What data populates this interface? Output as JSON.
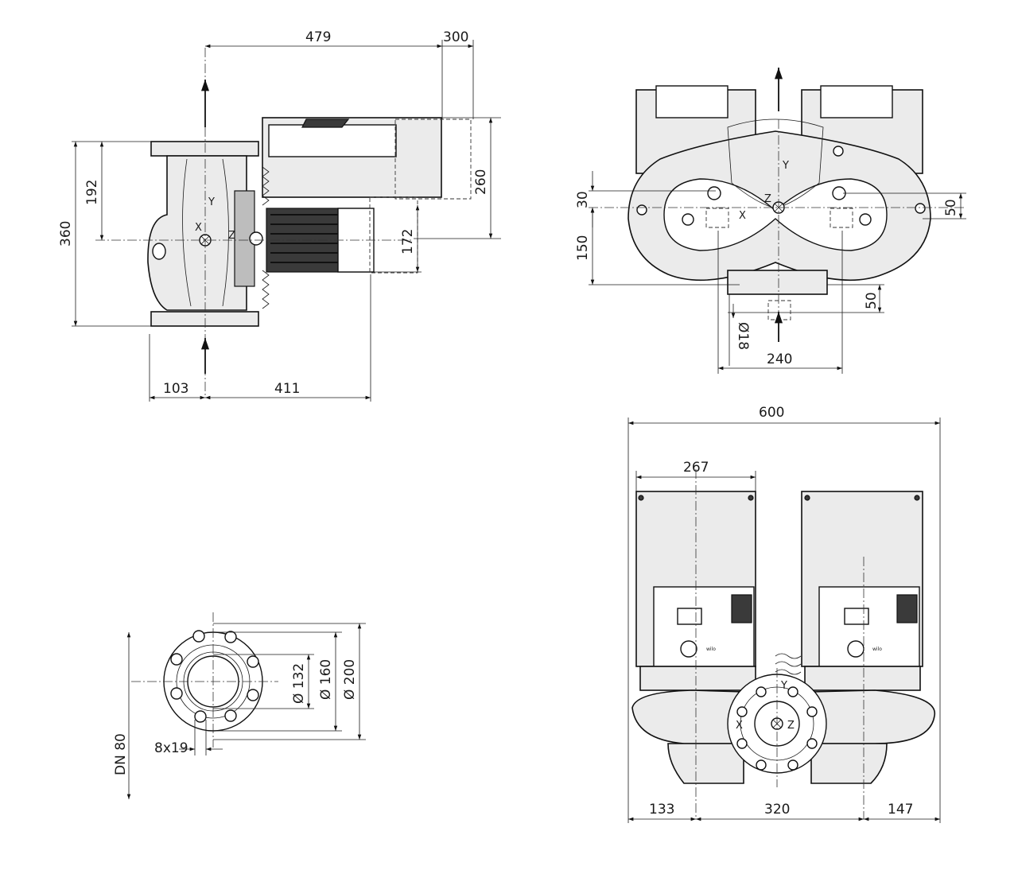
{
  "side_view": {
    "dim_top_1": "479",
    "dim_top_2": "300",
    "dim_left_outer": "360",
    "dim_left_inner": "192",
    "dim_right_260": "260",
    "dim_right_172": "172",
    "dim_bottom_1": "103",
    "dim_bottom_2": "411",
    "axis_x": "X",
    "axis_y": "Y",
    "axis_z": "Z"
  },
  "top_view": {
    "dim_30": "30",
    "dim_150": "150",
    "dim_50_right": "50",
    "dim_50_bottom": "50",
    "dim_d18": "Ø18",
    "dim_240": "240",
    "axis_x": "X",
    "axis_y": "Y",
    "axis_z": "Z"
  },
  "flange_view": {
    "dim_d132": "Ø 132",
    "dim_d160": "Ø 160",
    "dim_d200": "Ø 200",
    "dim_holes": "8x19",
    "dim_dn": "DN 80"
  },
  "front_view": {
    "dim_600": "600",
    "dim_267": "267",
    "dim_133": "133",
    "dim_320": "320",
    "dim_147": "147",
    "axis_x": "X",
    "axis_y": "Y",
    "axis_z": "Z",
    "brand_left": "wilo",
    "brand_right": "wilo"
  }
}
